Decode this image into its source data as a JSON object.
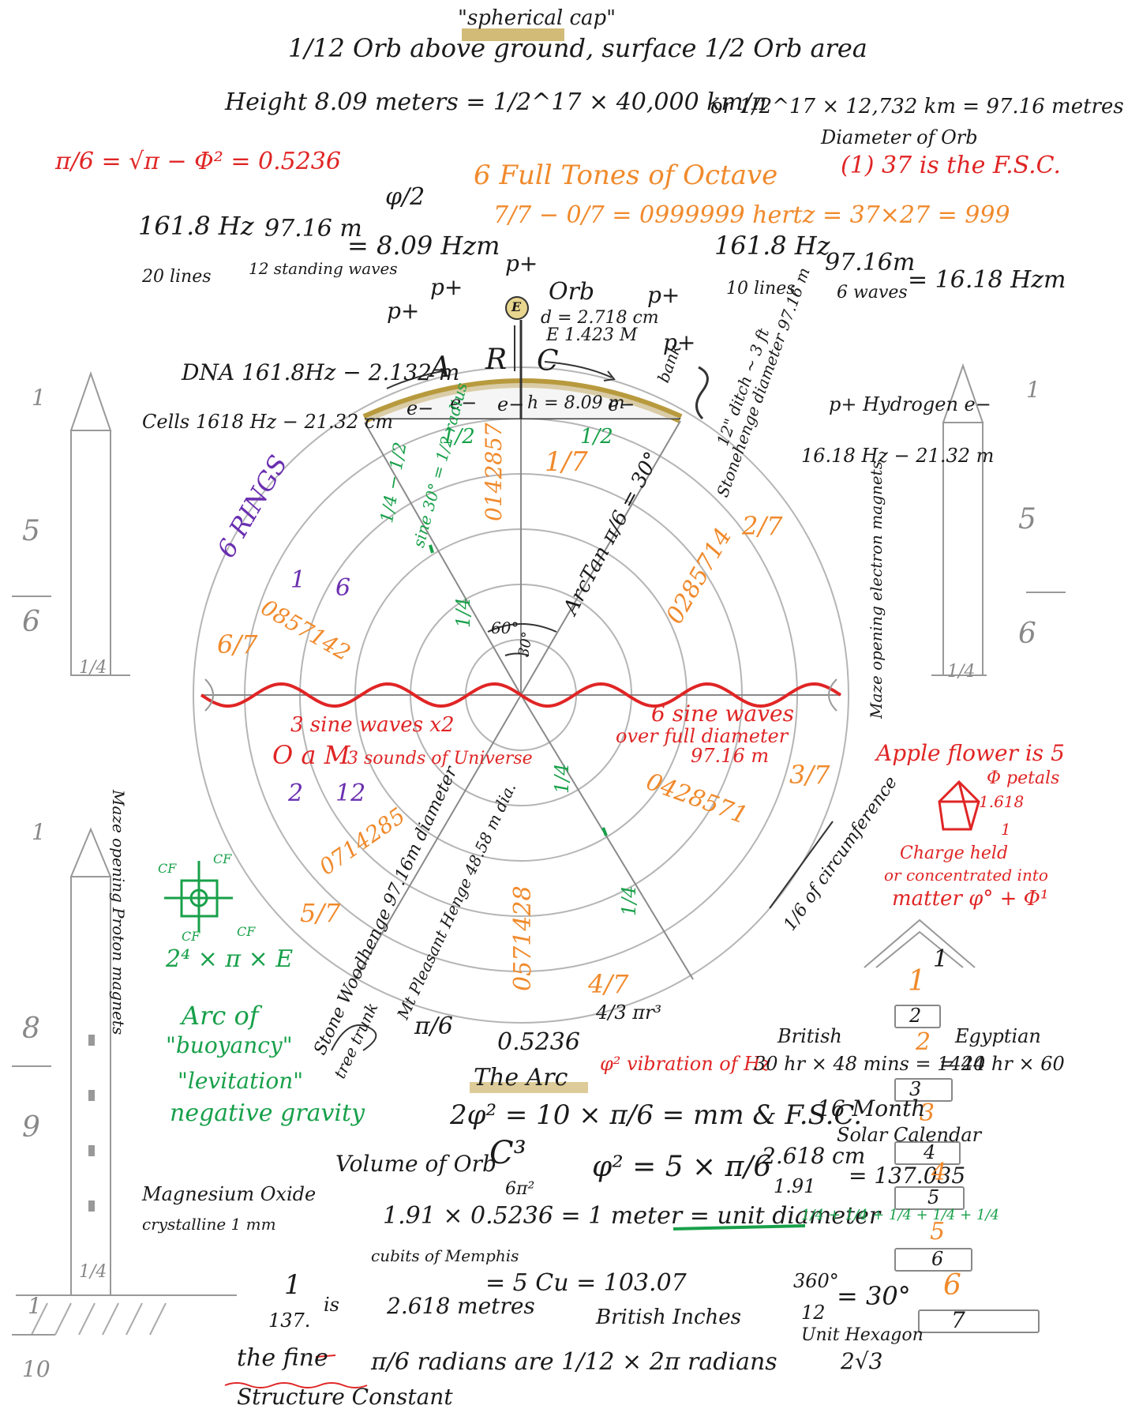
{
  "header": {
    "spherical_cap": "\"spherical cap\"",
    "orb_above": "1/12 Orb above ground, surface 1/2 Orb area",
    "height_eq": "Height 8.09 meters = 1/2^17 × 40,000 km/π",
    "or_eq": "or 1/2^17 × 12,732 km = 97.16 metres",
    "diameter_of_orb": "Diameter of Orb",
    "pi_over_6": "π/6 = √π − Φ² = 0.5236",
    "six_full_tones": "6 Full Tones of Octave",
    "fsc_37": "(1) 37 is the F.S.C.",
    "phi_over_2": "φ/2",
    "hertz_line": "7/7 − 0/7 = 0999999 hertz = 37×27 = 999",
    "phi_mark": "ϕ"
  },
  "left_calc": {
    "hz": "161.8 Hz",
    "lines": "20 lines",
    "m": "97.16 m",
    "standing": "12 standing waves",
    "result": "= 8.09 Hzm"
  },
  "right_calc": {
    "hz": "161.8 Hz",
    "lines": "10 lines",
    "m": "97.16m",
    "waves": "6 waves",
    "result": "= 16.18 Hzm"
  },
  "top_diagram": {
    "p_plus": "p+",
    "orb_label": "Orb",
    "e_circle": "E",
    "d_val": "d = 2.718 cm",
    "e_val": "E 1.423 M",
    "arc_letters": [
      "A",
      "R",
      "C"
    ],
    "dna": "DNA 161.8Hz − 2.132 m",
    "cells": "Cells 1618 Hz − 21.32 cm",
    "electrons": [
      "e−",
      "e−",
      "e−",
      "e−"
    ],
    "h_val": "h = 8.09 m",
    "bank": "bank",
    "ditch": "12\" ditch ~ 3 ft",
    "stonehenge_diam": "Stonehenge diameter 97.16 m",
    "hydrogen": "p+ Hydrogen e−",
    "hydro_hz": "16.18 Hz − 21.32 m"
  },
  "wheel": {
    "half_1": "1/2",
    "half_2": "1/2",
    "seventh": "1/7",
    "six_rings": "6 RINGS",
    "x_half": "1/4 − 1/2",
    "sine": "sine 30° = 1/2 radius",
    "num_142857": "0142857",
    "arctan": "ArcTan π/6 = 30°",
    "num_285714": "0285714",
    "two_sevenths": "2/7",
    "one": "1",
    "six": "6",
    "num_857142": "0857142",
    "six_sevenths": "6/7",
    "quarter": "1/4",
    "sixty": "60°",
    "thirty": "30°",
    "three_sine": "3 sine waves x2",
    "oam": "O a M",
    "sounds": "3 sounds of Universe",
    "two": "2",
    "twelve": "12",
    "six_sine": "6 sine waves",
    "over_full": "over full diameter",
    "diam_97": "97.16 m",
    "num_428571": "0428571",
    "three_sevenths": "3/7",
    "num_714285": "0714285",
    "num_571428": "0571428",
    "five_sevenths": "5/7",
    "four_sevenths": "4/7",
    "woodhenge": "Stone Woodhenge 97.16m diameter",
    "pleasant": "Mt Pleasant Henge 48.58 m dia.",
    "treetrunk": "tree trunk",
    "sixth_circ": "1/6 of circumference",
    "four_thirds": "4/3 πr³"
  },
  "side_labels": {
    "maze_left": "Maze opening Proton magnets",
    "maze_right": "Maze opening electron magnets",
    "apple": "Apple flower is 5",
    "petals": "Φ petals",
    "phi_1618": "1.618",
    "one": "1",
    "charge": "Charge held",
    "concentrated": "or concentrated into",
    "matter": "matter φ° + Φ¹"
  },
  "obelisks": {
    "top_left": [
      "1",
      "5",
      "6",
      "1/4"
    ],
    "top_right": [
      "1",
      "5",
      "6",
      "1/4"
    ],
    "bottom_left": [
      "1",
      "8",
      "9",
      "1/4",
      "1",
      "10"
    ]
  },
  "lower": {
    "cf": "CF",
    "formula": "2⁴ × π × E",
    "arc_of": "Arc of",
    "buoyancy": "\"buoyancy\"",
    "levitation": "\"levitation\"",
    "negative": "negative gravity",
    "pi6": "π/6",
    "val_05236": "0.5236",
    "the_arc": "The Arc",
    "phi_sq_vib": "φ² vibration of Hz",
    "two_phi": "2φ² = 10 × π/6 = mm & F.S.C.",
    "british": "British",
    "british_eq": "30 hr × 48 mins = 1440",
    "egyptian": "Egyptian",
    "egyptian_eq": "= 24 hr × 60",
    "sixteen_month": "16 Month",
    "solar_cal": "Solar Calendar",
    "volume": "Volume of Orb",
    "c3": "C³",
    "six_pi2": "6π²",
    "phi2_eq": "φ² = 5 × π/6",
    "frac_2618": "2.618 cm",
    "frac_191": "1.91",
    "fsc_val": "= 137.035",
    "magnesium": "Magnesium Oxide",
    "crystalline": "crystalline 1 mm",
    "cubits_line": "1.91 × 0.5236 = 1 meter = unit diameter",
    "quarters": "1/4 + 1/4 + 1/4 + 1/4 + 1/4",
    "cubits_memphis": "cubits of Memphis",
    "one_frac": "1",
    "is": "is",
    "n137": "137.",
    "the_fine": "the fine",
    "structure": "Structure Constant",
    "two618": "2.618 metres",
    "five_cu": "= 5 Cu = 103.07",
    "british_in": "British Inches",
    "deg360": "360°",
    "deg12": "12",
    "deg30": "= 30°",
    "unit_hex": "Unit Hexagon",
    "two_root3": "2√3",
    "radians": "π/6 radians are 1/12 × 2π radians"
  },
  "stairs": {
    "black": [
      "1",
      "2",
      "3",
      "4",
      "5",
      "6",
      "7"
    ],
    "orange": [
      "1",
      "2",
      "3",
      "4",
      "5",
      "6"
    ]
  },
  "colors": {
    "ink": "#1a1a1a",
    "red": "#e02525",
    "orange": "#f08a2c",
    "green": "#18a04a",
    "purple": "#6a2fb0",
    "gold": "#b89a3e",
    "pencil": "#999999"
  }
}
